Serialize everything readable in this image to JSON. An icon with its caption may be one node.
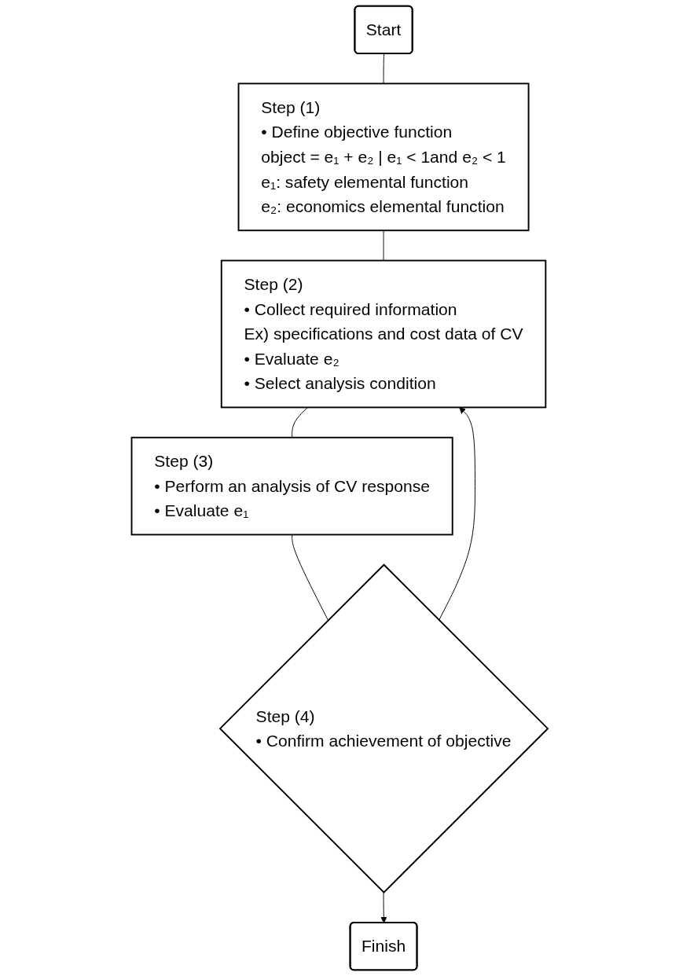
{
  "diagram": {
    "nodes": [
      {
        "text": [
          "Start"
        ]
      },
      {
        "text": [
          "Step (1)",
          "• Define objective function",
          "object = e₁ + e₂ | e₁ < 1and e₂ < 1",
          "e₁: safety elemental function",
          "e₂: economics elemental function"
        ]
      },
      {
        "text": [
          "Step (2)",
          "• Collect required information",
          "Ex) specifications and cost data of CV",
          "• Evaluate e₂",
          "• Select analysis condition"
        ]
      },
      {
        "text": [
          "Step (3)",
          "• Perform an analysis of CV response",
          "• Evaluate e₁"
        ]
      },
      {
        "text": [
          "Step (4)",
          "• Confirm achievement of objective"
        ]
      },
      {
        "text": [
          "Finish"
        ]
      }
    ],
    "edges": [
      {
        "from": 0,
        "to": 1,
        "arrow": "none"
      },
      {
        "from": 1,
        "to": 2,
        "arrow": "none"
      },
      {
        "from": 2,
        "to": 3,
        "arrow": "none"
      },
      {
        "from": 3,
        "to": 4,
        "arrow": "none"
      },
      {
        "from": 4,
        "to": 5,
        "arrow": "to"
      },
      {
        "from": 4,
        "to": 2,
        "arrow": "to"
      }
    ]
  }
}
